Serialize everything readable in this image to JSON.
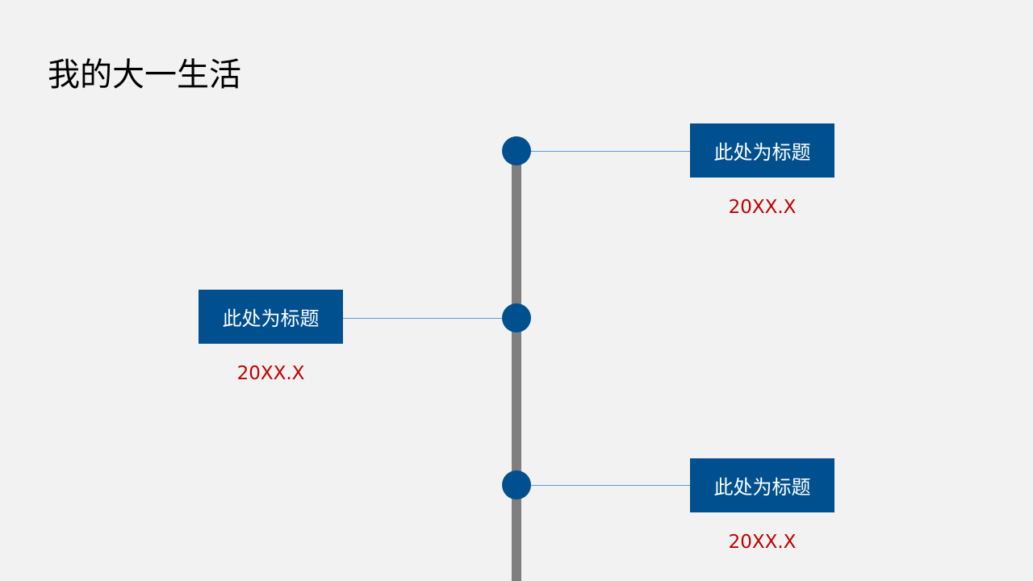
{
  "title": "我的大一生活",
  "items": [
    {
      "label": "此处为标题",
      "date": "20XX.X"
    },
    {
      "label": "此处为标题",
      "date": "20XX.X"
    },
    {
      "label": "此处为标题",
      "date": "20XX.X"
    }
  ],
  "colors": {
    "accent": "#00508f",
    "date": "#c00000",
    "axis": "#7f7f7f",
    "connector": "#5b9bd5"
  }
}
